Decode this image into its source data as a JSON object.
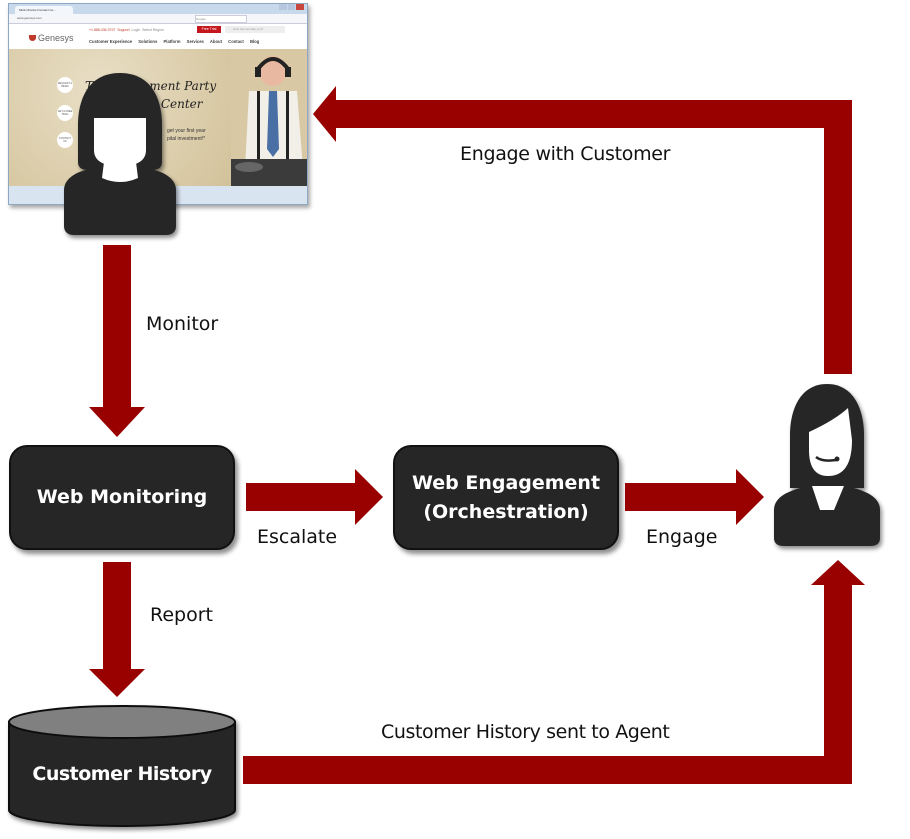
{
  "colors": {
    "arrow": "#990000",
    "box_fill": "#262626",
    "box_text": "#ffffff",
    "label_text": "#111111",
    "cylinder_top": "#808080"
  },
  "browser": {
    "tab_title": "Multi-Channel Contact Ce...",
    "url": "www.genesys.com",
    "search_placeholder": "Google",
    "logo": "Genesys",
    "phone": "+1.888.436.3797",
    "utility_links": [
      "Support",
      "Login",
      "Select Region"
    ],
    "free_trial": "Free Trial",
    "help_placeholder": "How can we help you?",
    "nav": [
      "Customer Experience",
      "Solutions",
      "Platform",
      "Services",
      "About",
      "Contact",
      "Blog"
    ],
    "hero_title_line1": "The Retirement Party",
    "hero_title_line2": "Call Center",
    "hero_sub_line1": "get your first year",
    "hero_sub_line2": "pital investment!*",
    "side_buttons": [
      "REQUEST A DEMO",
      "GET A FREE TRIAL",
      "CONTACT US"
    ]
  },
  "nodes": {
    "customer": {
      "icon": "customer-person-icon"
    },
    "web_monitoring": {
      "label": "Web Monitoring"
    },
    "web_engagement": {
      "line1": "Web Engagement",
      "line2": "(Orchestration)"
    },
    "agent": {
      "icon": "agent-headset-icon"
    },
    "customer_history": {
      "label": "Customer History"
    }
  },
  "edges": {
    "monitor": "Monitor",
    "escalate": "Escalate",
    "engage": "Engage",
    "report": "Report",
    "engage_with_customer": "Engage with Customer",
    "history_to_agent": "Customer History sent to Agent"
  }
}
